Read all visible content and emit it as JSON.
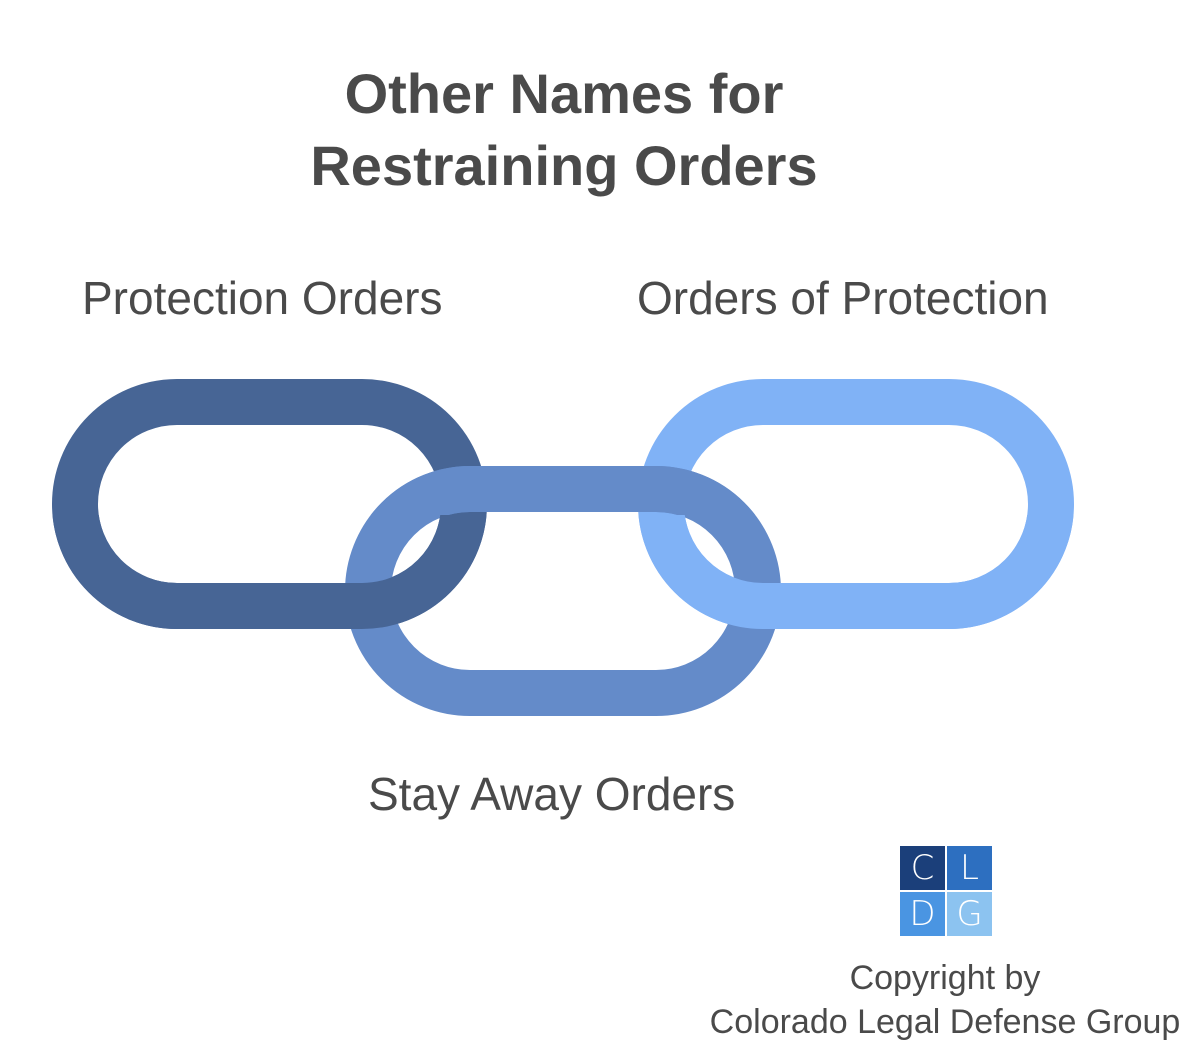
{
  "title": {
    "line1": "Other Names for",
    "line2": "Restraining Orders"
  },
  "labels": {
    "left": "Protection Orders",
    "right": "Orders of Protection",
    "bottom": "Stay Away Orders"
  },
  "colors": {
    "link_left": "#476595",
    "link_middle": "#648bc9",
    "link_right": "#80b2f6",
    "text": "#4a4a4a"
  },
  "logo": {
    "letters": [
      "C",
      "L",
      "D",
      "G"
    ],
    "colors": [
      "#1b3f7a",
      "#2d6fc0",
      "#4a95e2",
      "#8cc3f0"
    ]
  },
  "copyright": {
    "line1": "Copyright by",
    "line2": "Colorado Legal Defense Group"
  }
}
